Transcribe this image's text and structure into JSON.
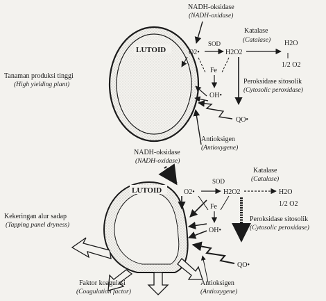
{
  "colors": {
    "ink": "#1b1b1b",
    "paper": "#f3f2ee",
    "stipple": "#8d8a82"
  },
  "top": {
    "nadh_label": "NADH-oksidase",
    "nadh_italic": "(NADH-oxidase)",
    "lutoid": "LUTOID",
    "superoxide": "O2•",
    "sod": "SOD",
    "h2o2": "H2O2",
    "katalase": "Katalase",
    "katalase_italic": "(Catalase)",
    "h2o": "H2O",
    "half_o2": "1/2 O2",
    "fe": "Fe",
    "hydroxyl": "OH•",
    "peroksidase": "Peroksidase sitosolik",
    "peroksidase_italic": "(Cytosolic peroxidase)",
    "qo": "QO•",
    "antioksigen": "Antioksigen",
    "antioksigen_italic": "(Antioxygene)",
    "plant_label": "Tanaman produksi tinggi",
    "plant_italic": "(High yielding plant)"
  },
  "bottom": {
    "nadh_label": "NADH-oksidase",
    "nadh_italic": "(NADH-oxidase)",
    "lutoid": "LUTOID",
    "superoxide": "O2•",
    "sod": "SOD",
    "h2o2": "H2O2",
    "katalase": "Katalase",
    "katalase_italic": "(Catalase)",
    "h2o": "H2O",
    "half_o2": "1/2 O2",
    "fe": "Fe",
    "hydroxyl": "OH•",
    "peroksidase": "Peroksidase sitosolik",
    "peroksidase_italic": "(Cytosolic peroxidase)",
    "qo": "QO•",
    "antioksigen": "Antioksigen",
    "antioksigen_italic": "(Antioxygene)",
    "dryness_label": "Kekeringan alur sadap",
    "dryness_italic": "(Tapping panel dryness)",
    "factor_label": "Faktor koagulasi",
    "factor_italic": "(Coagulation factor)"
  }
}
